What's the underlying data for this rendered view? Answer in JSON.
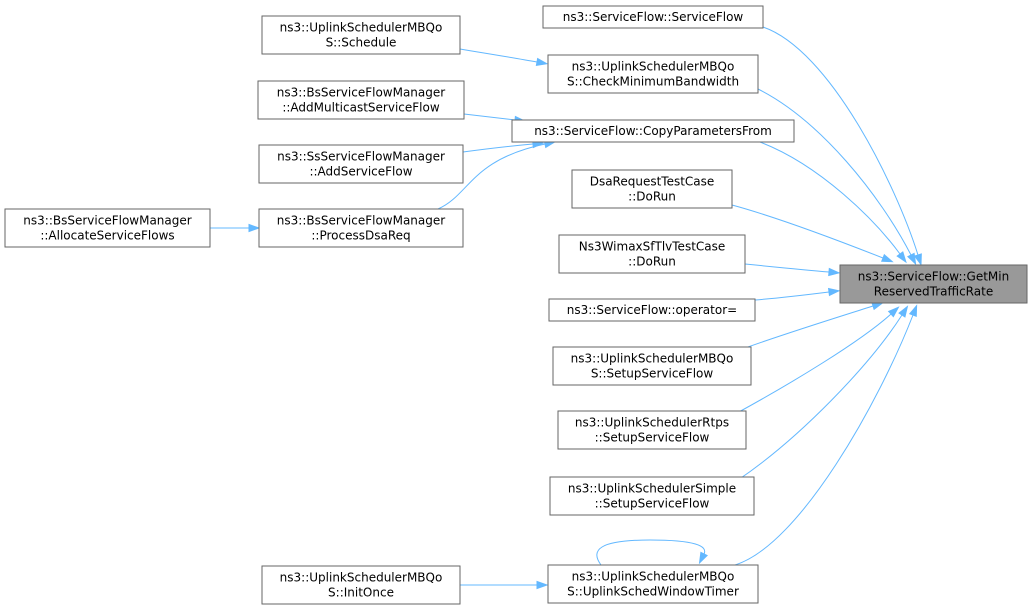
{
  "graph": {
    "nodes": [
      {
        "id": "getmin",
        "lines": [
          "ns3::ServiceFlow::GetMin",
          "ReservedTrafficRate"
        ],
        "focus": true
      },
      {
        "id": "sf_ctor",
        "lines": [
          "ns3::ServiceFlow::ServiceFlow"
        ]
      },
      {
        "id": "checkmin",
        "lines": [
          "ns3::UplinkSchedulerMBQo",
          "S::CheckMinimumBandwidth"
        ]
      },
      {
        "id": "copyparams",
        "lines": [
          "ns3::ServiceFlow::CopyParametersFrom"
        ]
      },
      {
        "id": "dsareq",
        "lines": [
          "DsaRequestTestCase",
          "::DoRun"
        ]
      },
      {
        "id": "tlvtest",
        "lines": [
          "Ns3WimaxSfTlvTestCase",
          "::DoRun"
        ]
      },
      {
        "id": "opassign",
        "lines": [
          "ns3::ServiceFlow::operator="
        ]
      },
      {
        "id": "mbqos_setup",
        "lines": [
          "ns3::UplinkSchedulerMBQo",
          "S::SetupServiceFlow"
        ]
      },
      {
        "id": "rtps_setup",
        "lines": [
          "ns3::UplinkSchedulerRtps",
          "::SetupServiceFlow"
        ]
      },
      {
        "id": "simple_setup",
        "lines": [
          "ns3::UplinkSchedulerSimple",
          "::SetupServiceFlow"
        ]
      },
      {
        "id": "windowtimer",
        "lines": [
          "ns3::UplinkSchedulerMBQo",
          "S::UplinkSchedWindowTimer"
        ]
      },
      {
        "id": "schedule",
        "lines": [
          "ns3::UplinkSchedulerMBQo",
          "S::Schedule"
        ]
      },
      {
        "id": "addmulticast",
        "lines": [
          "ns3::BsServiceFlowManager",
          "::AddMulticastServiceFlow"
        ]
      },
      {
        "id": "ssadd",
        "lines": [
          "ns3::SsServiceFlowManager",
          "::AddServiceFlow"
        ]
      },
      {
        "id": "processdsa",
        "lines": [
          "ns3::BsServiceFlowManager",
          "::ProcessDsaReq"
        ]
      },
      {
        "id": "initonce",
        "lines": [
          "ns3::UplinkSchedulerMBQo",
          "S::InitOnce"
        ]
      },
      {
        "id": "allocate",
        "lines": [
          "ns3::BsServiceFlowManager",
          "::AllocateServiceFlows"
        ]
      }
    ],
    "edges": [
      {
        "from": "sf_ctor",
        "to": "getmin"
      },
      {
        "from": "checkmin",
        "to": "getmin"
      },
      {
        "from": "copyparams",
        "to": "getmin"
      },
      {
        "from": "dsareq",
        "to": "getmin"
      },
      {
        "from": "tlvtest",
        "to": "getmin"
      },
      {
        "from": "opassign",
        "to": "getmin"
      },
      {
        "from": "mbqos_setup",
        "to": "getmin"
      },
      {
        "from": "rtps_setup",
        "to": "getmin"
      },
      {
        "from": "simple_setup",
        "to": "getmin"
      },
      {
        "from": "windowtimer",
        "to": "getmin"
      },
      {
        "from": "schedule",
        "to": "checkmin"
      },
      {
        "from": "addmulticast",
        "to": "copyparams"
      },
      {
        "from": "ssadd",
        "to": "copyparams"
      },
      {
        "from": "processdsa",
        "to": "copyparams"
      },
      {
        "from": "allocate",
        "to": "processdsa"
      },
      {
        "from": "initonce",
        "to": "windowtimer"
      },
      {
        "from": "windowtimer",
        "to": "windowtimer"
      }
    ]
  }
}
